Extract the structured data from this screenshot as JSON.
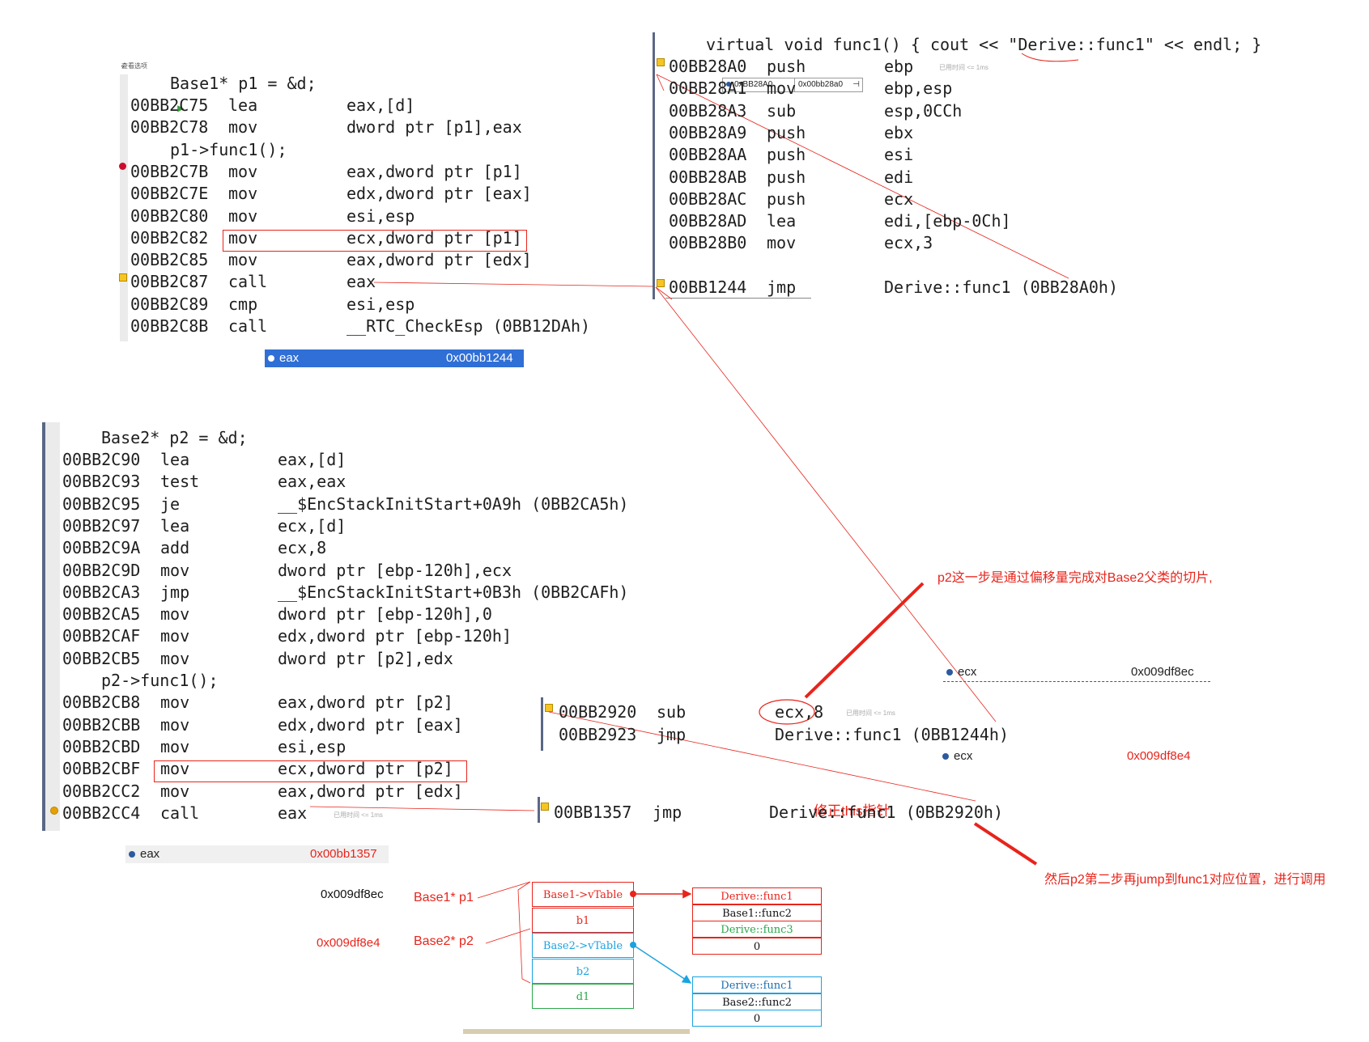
{
  "block1": {
    "header_label": "Base1* p1 = &d;",
    "header_tiny": "查看选项",
    "rows": [
      {
        "addr": "00BB2C75",
        "op": "lea",
        "arg": "eax,[d]"
      },
      {
        "addr": "00BB2C78",
        "op": "mov",
        "arg": "dword ptr [p1],eax"
      },
      {
        "src": "p1->func1();"
      },
      {
        "addr": "00BB2C7B",
        "op": "mov",
        "arg": "eax,dword ptr [p1]"
      },
      {
        "addr": "00BB2C7E",
        "op": "mov",
        "arg": "edx,dword ptr [eax]"
      },
      {
        "addr": "00BB2C80",
        "op": "mov",
        "arg": "esi,esp"
      },
      {
        "addr": "00BB2C82",
        "op": "mov",
        "arg": "ecx,dword ptr [p1]"
      },
      {
        "addr": "00BB2C85",
        "op": "mov",
        "arg": "eax,dword ptr [edx]"
      },
      {
        "addr": "00BB2C87",
        "op": "call",
        "arg": "eax"
      },
      {
        "addr": "00BB2C89",
        "op": "cmp",
        "arg": "esi,esp"
      },
      {
        "addr": "00BB2C8B",
        "op": "call",
        "arg": "__RTC_CheckEsp (0BB12DAh)"
      }
    ],
    "watch": {
      "name": "eax",
      "value": "0x00bb1244"
    }
  },
  "block2": {
    "header_src": "virtual void func1() { cout << \"Derive::func1\" << endl; }",
    "rows": [
      {
        "addr": "00BB28A0",
        "op": "push",
        "arg": "ebp"
      },
      {
        "addr": "00BB28A1",
        "op": "mov",
        "arg": "ebp,esp"
      },
      {
        "addr": "00BB28A3",
        "op": "sub",
        "arg": "esp,0CCh"
      },
      {
        "addr": "00BB28A9",
        "op": "push",
        "arg": "ebx"
      },
      {
        "addr": "00BB28AA",
        "op": "push",
        "arg": "esi"
      },
      {
        "addr": "00BB28AB",
        "op": "push",
        "arg": "edi"
      },
      {
        "addr": "00BB28AC",
        "op": "push",
        "arg": "ecx"
      },
      {
        "addr": "00BB28AD",
        "op": "lea",
        "arg": "edi,[ebp-0Ch]"
      },
      {
        "addr": "00BB28B0",
        "op": "mov",
        "arg": "ecx,3"
      }
    ],
    "elapsed_tiny": "已用时间 <= 1ms",
    "tooltip": {
      "name": "0xBB28A0",
      "value": "0x00bb28a0"
    },
    "jmp_row": {
      "addr": "00BB1244",
      "op": "jmp",
      "arg": "Derive::func1 (0BB28A0h)"
    }
  },
  "block3": {
    "header_src": "Base2* p2 = &d;",
    "rows": [
      {
        "addr": "00BB2C90",
        "op": "lea",
        "arg": "eax,[d]"
      },
      {
        "addr": "00BB2C93",
        "op": "test",
        "arg": "eax,eax"
      },
      {
        "addr": "00BB2C95",
        "op": "je",
        "arg": "__$EncStackInitStart+0A9h (0BB2CA5h)"
      },
      {
        "addr": "00BB2C97",
        "op": "lea",
        "arg": "ecx,[d]"
      },
      {
        "addr": "00BB2C9A",
        "op": "add",
        "arg": "ecx,8"
      },
      {
        "addr": "00BB2C9D",
        "op": "mov",
        "arg": "dword ptr [ebp-120h],ecx"
      },
      {
        "addr": "00BB2CA3",
        "op": "jmp",
        "arg": "__$EncStackInitStart+0B3h (0BB2CAFh)"
      },
      {
        "addr": "00BB2CA5",
        "op": "mov",
        "arg": "dword ptr [ebp-120h],0"
      },
      {
        "addr": "00BB2CAF",
        "op": "mov",
        "arg": "edx,dword ptr [ebp-120h]"
      },
      {
        "addr": "00BB2CB5",
        "op": "mov",
        "arg": "dword ptr [p2],edx"
      },
      {
        "src": "p2->func1();"
      },
      {
        "addr": "00BB2CB8",
        "op": "mov",
        "arg": "eax,dword ptr [p2]"
      },
      {
        "addr": "00BB2CBB",
        "op": "mov",
        "arg": "edx,dword ptr [eax]"
      },
      {
        "addr": "00BB2CBD",
        "op": "mov",
        "arg": "esi,esp"
      },
      {
        "addr": "00BB2CBF",
        "op": "mov",
        "arg": "ecx,dword ptr [p2]"
      },
      {
        "addr": "00BB2CC2",
        "op": "mov",
        "arg": "eax,dword ptr [edx]"
      },
      {
        "addr": "00BB2CC4",
        "op": "call",
        "arg": "eax"
      }
    ],
    "elapsed_tiny": "已用时间 <= 1ms",
    "watch": {
      "name": "eax",
      "value": "0x00bb1357"
    }
  },
  "block4": {
    "rows": [
      {
        "addr": "00BB2920",
        "op": "sub",
        "arg": "ecx,8"
      },
      {
        "addr": "00BB2923",
        "op": "jmp",
        "arg": "Derive::func1 (0BB1244h)"
      }
    ],
    "elapsed_tiny": "已用时间 <= 1ms",
    "watch_a": {
      "name": "ecx",
      "value": "0x009df8ec"
    },
    "watch_b": {
      "name": "ecx",
      "value": "0x009df8e4"
    }
  },
  "block5": {
    "jmp_row": {
      "addr": "00BB1357",
      "op": "jmp",
      "arg": "Derive::func1 (0BB2920h)"
    },
    "overlay_note": "修正this指针"
  },
  "annotations": {
    "note1": "p2这一步是通过偏移量完成对Base2父类的切片,",
    "note2": "然后p2第二步再jump到func1对应位置，进行调用"
  },
  "diagram": {
    "addr1": "0x009df8ec",
    "addr2": "0x009df8e4",
    "p1_label": "Base1* p1",
    "p2_label": "Base2* p2",
    "object": [
      "Base1->vTable",
      "b1",
      "Base2->vTable",
      "b2",
      "d1"
    ],
    "vtable1": [
      "Derive::func1",
      "Base1::func2",
      "Derive::func3",
      "0"
    ],
    "vtable2": [
      "Derive::func1",
      "Base2::func2",
      "0"
    ]
  },
  "colors": {
    "red": "#e8241b",
    "blue": "#1aa3e0",
    "green": "#2aa84a",
    "watch_blue": "#2f6fd6"
  }
}
